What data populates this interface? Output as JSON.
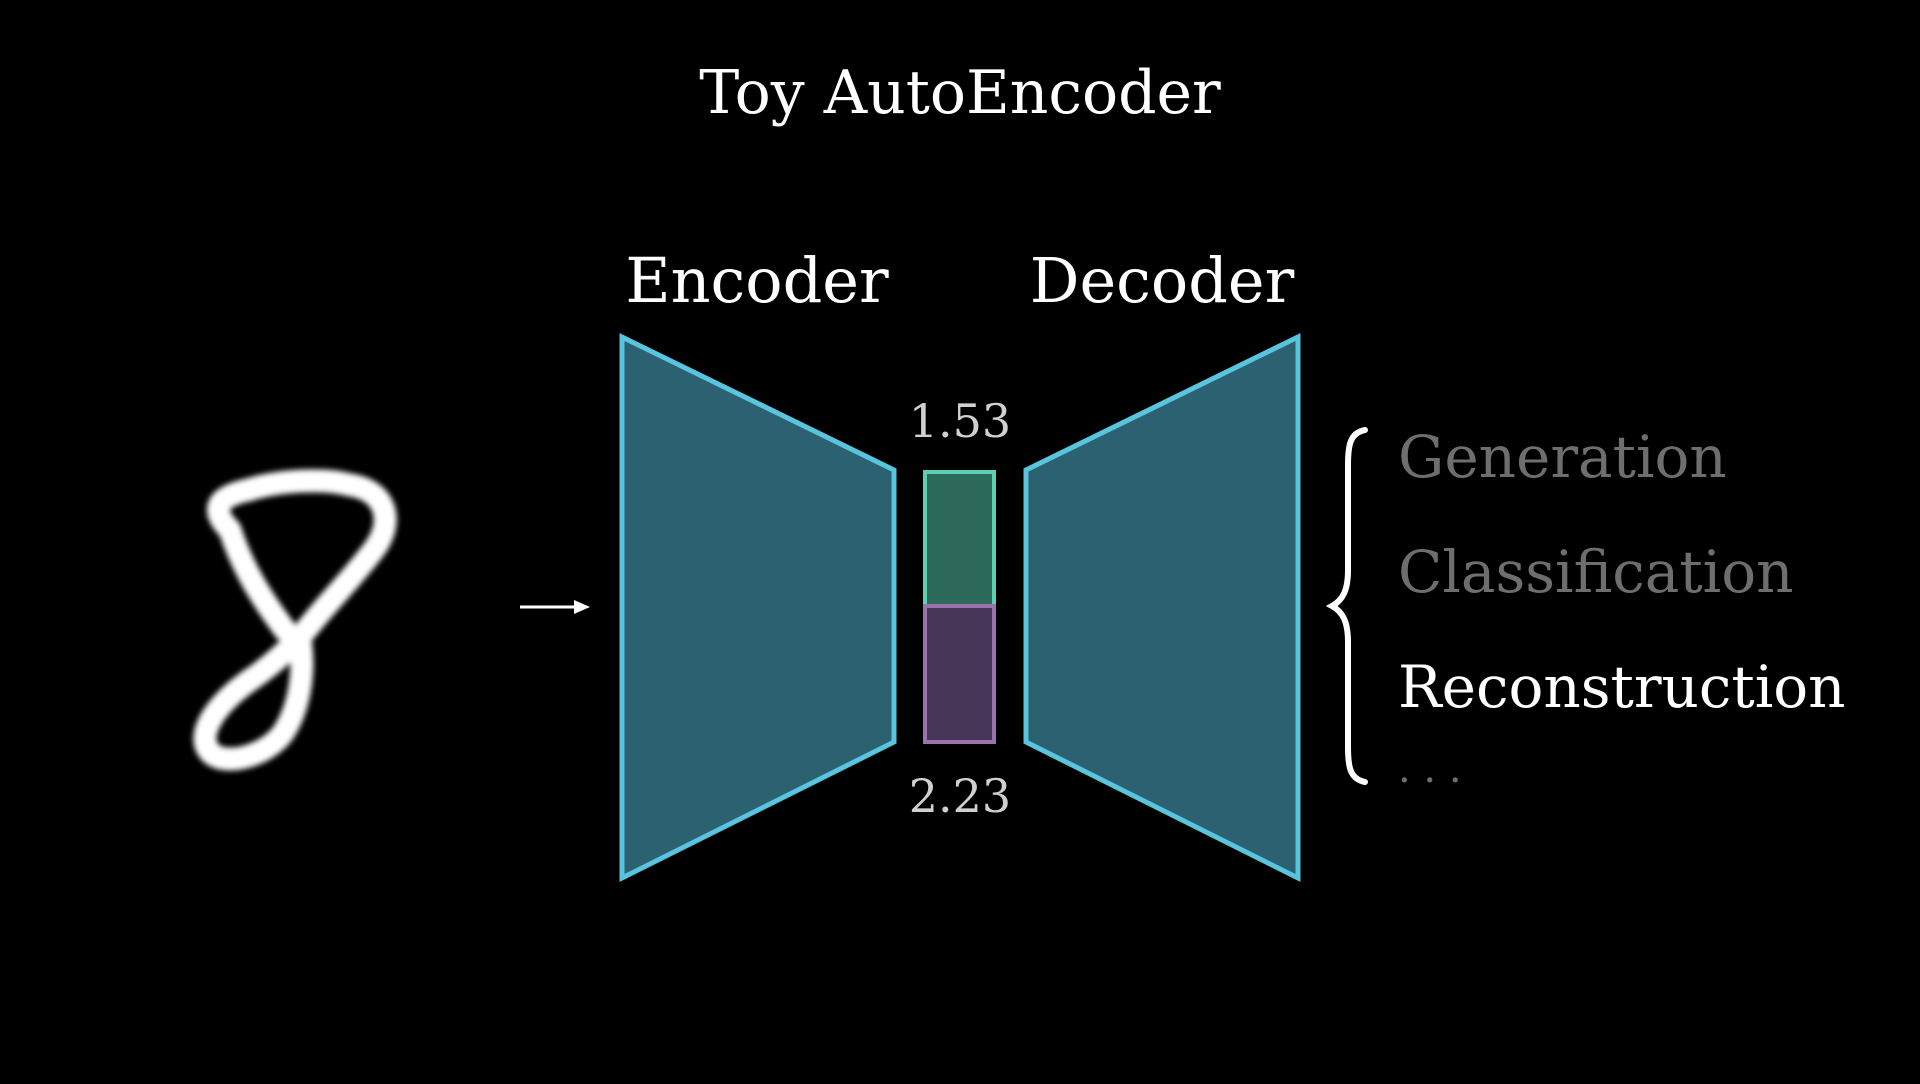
{
  "title": "Toy AutoEncoder",
  "encoder": {
    "label": "Encoder"
  },
  "decoder": {
    "label": "Decoder"
  },
  "latent": {
    "top_value": "1.53",
    "bottom_value": "2.23"
  },
  "input": {
    "digit_glyph": "handwritten-digit-8"
  },
  "applications": [
    {
      "label": "Generation",
      "state": "dimmed"
    },
    {
      "label": "Classification",
      "state": "dimmed"
    },
    {
      "label": "Reconstruction",
      "state": "active"
    },
    {
      "label": ". . .",
      "state": "dimmed"
    }
  ],
  "colors": {
    "background": "#000000",
    "text": "#ffffff",
    "dim_text": "#6e6e6e",
    "value_text": "#d0d0d0",
    "trapezoid_fill": "#2c6171",
    "trapezoid_stroke": "#58c4dd",
    "latent_top_fill": "#2e6a5b",
    "latent_top_stroke": "#5cd0b3",
    "latent_bottom_fill": "#483658",
    "latent_bottom_stroke": "#9a72ac"
  }
}
